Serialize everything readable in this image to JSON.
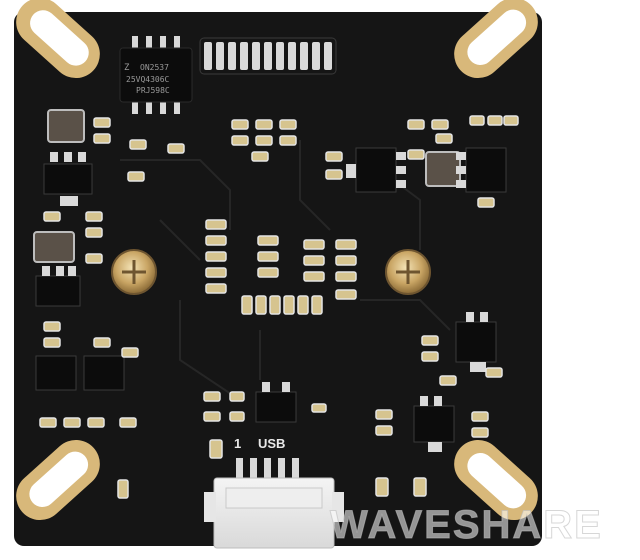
{
  "image": {
    "subject": "usb-camera-module-pcb-back",
    "board_color": "#151515",
    "pad_color": "#d8b87a",
    "background": "#ffffff"
  },
  "silkscreen": {
    "pin_one": "1",
    "connector_label": "USB"
  },
  "chip": {
    "line1": "ON2537",
    "line2": "25VQ4306C",
    "line3": "PRJ598C"
  },
  "watermark": "WAVESHARE"
}
